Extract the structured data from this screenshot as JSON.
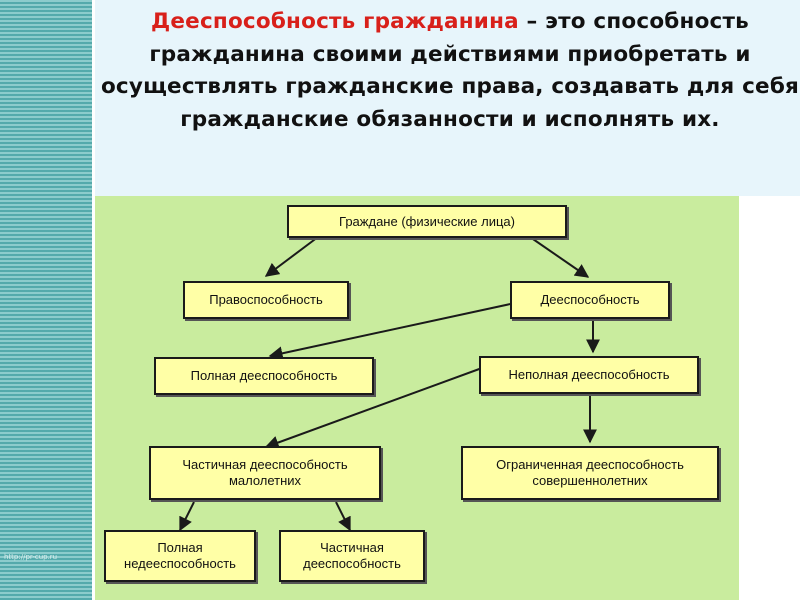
{
  "slide": {
    "title_term": "Дееспособность гражданина",
    "title_rest": " – это способность гражданина своими действиями приобретать и осуществлять гражданские права, создавать для себя гражданские обязанности и исполнять их.",
    "watermark": "http://pr-cup.ru"
  },
  "diagram": {
    "nodes": {
      "citizens": "Граждане (физические лица)",
      "legal_capacity": "Правоспособность",
      "capacity": "Дееспособность",
      "full_capacity": "Полная дееспособность",
      "incomplete_capacity": "Неполная дееспособность",
      "partial_minors_line1": "Частичная дееспособность",
      "partial_minors_line2": "малолетних",
      "limited_adults_line1": "Ограниченная дееспособность",
      "limited_adults_line2": "совершеннолетних",
      "full_incapacity_line1": "Полная",
      "full_incapacity_line2": "недееспособность",
      "partial_capacity_line1": "Частичная",
      "partial_capacity_line2": "дееспособность"
    },
    "colors": {
      "panel": "#c9ec9e",
      "node_fill": "#ffffa6",
      "title_accent": "#d8201a",
      "sidebar": "#5fb8b8"
    }
  }
}
